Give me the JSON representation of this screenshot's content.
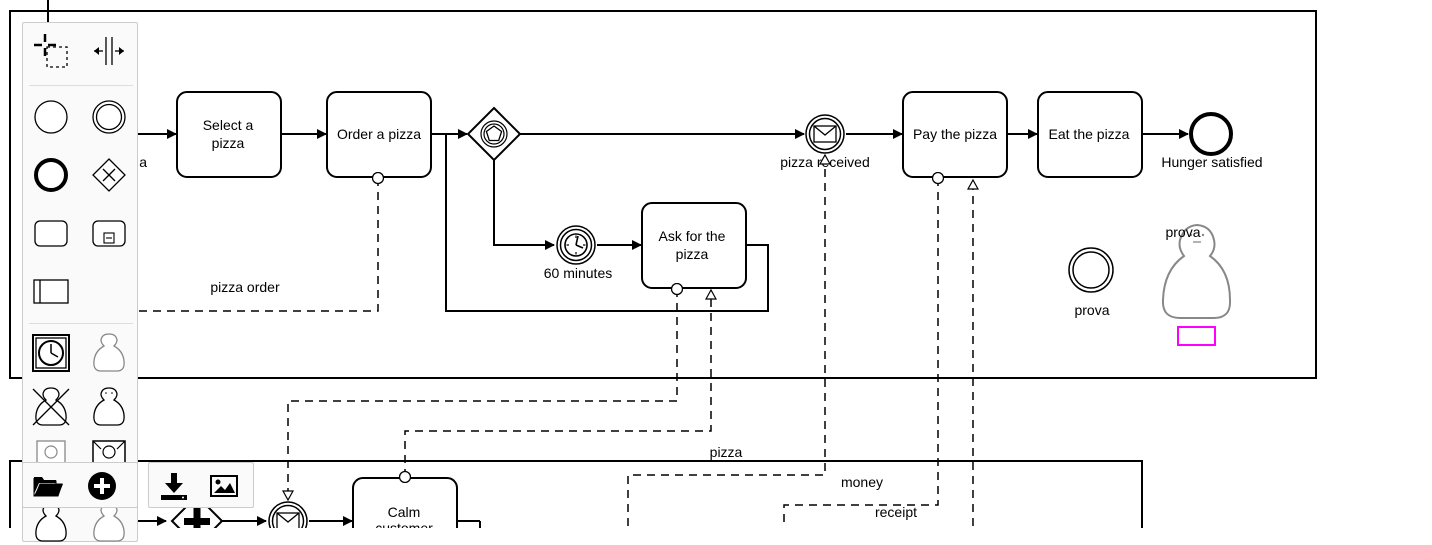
{
  "diagram": {
    "tasks": {
      "select": [
        "Select a",
        "pizza"
      ],
      "order": "Order a pizza",
      "ask": [
        "Ask for the",
        "pizza"
      ],
      "pay": "Pay the pizza",
      "eat": "Eat the pizza",
      "calm": [
        "Calm",
        "customer"
      ]
    },
    "events": {
      "start_fragment": "a",
      "timer": "60 minutes",
      "pizza_received": "pizza received",
      "hunger_satisfied": "Hunger satisfied",
      "prova_event": "prova",
      "prova_actor": "prova"
    },
    "flows": {
      "pizza_order": "pizza order",
      "pizza": "pizza",
      "money": "money",
      "receipt": "receipt"
    }
  },
  "palette": {
    "tools": [
      "hand-tool",
      "space-tool",
      "start-event",
      "intermediate-event",
      "end-event",
      "gateway",
      "task",
      "subprocess",
      "pool",
      "timer-event",
      "actor",
      "actor-removed",
      "actor",
      "data-item",
      "actor-item",
      "actor",
      "actor"
    ],
    "bottom": [
      "open-folder",
      "add",
      "download",
      "image"
    ]
  },
  "colors": {
    "stroke": "#000000",
    "palette_bg": "#fafafa",
    "palette_border": "#cccccc",
    "actor_gray": "#888888",
    "selection": "#ff00ff"
  }
}
